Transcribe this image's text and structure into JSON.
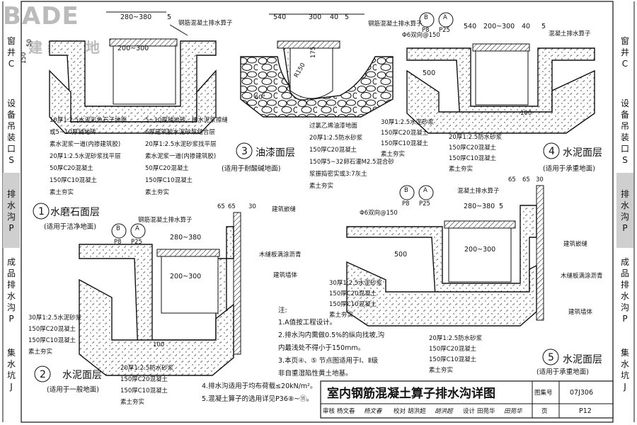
{
  "logo": {
    "brand": "BADE",
    "cn": "建 装 基 地"
  },
  "side_left": [
    {
      "t": "窗井C",
      "hl": false
    },
    {
      "t": "设备吊装口S",
      "hl": false
    },
    {
      "t": "排水沟P",
      "hl": true
    },
    {
      "t": "成品排水沟P",
      "hl": false
    },
    {
      "t": "集水坑J",
      "hl": false
    }
  ],
  "side_right": [
    {
      "t": "窗井C",
      "hl": false
    },
    {
      "t": "设备吊装口S",
      "hl": false
    },
    {
      "t": "排水沟P",
      "hl": true
    },
    {
      "t": "成品排水沟P",
      "hl": false
    },
    {
      "t": "集水坑J",
      "hl": false
    }
  ],
  "common": {
    "grate": "钢筋混凝土排水算子",
    "grate_conc": "混凝土排水算子",
    "bubble_b": "B",
    "bubble_p8": "P8",
    "bubble_a": "A",
    "bubble_p25": "P25",
    "wall": "建筑墙体",
    "seal": "建筑嵌缝",
    "asphalt": "木缝板满涂沥青",
    "rebar": "Φ6双向@150",
    "d_280_380": "280~380",
    "d_200_300": "200~300",
    "d_5": "5",
    "d_30": "30",
    "d_65": "65",
    "d_100": "100",
    "d_150": "150",
    "d_500": "500",
    "d_50": "50",
    "d_175": "175",
    "d_r150": "R150",
    "d_60": "60°"
  },
  "d1": {
    "num": "1",
    "name": "水磨石面层",
    "usage": "(适用于洁净地面)",
    "layers": [
      "10厚1:2.5水泥彩色石子地面",
      "或5~10厚铺地砖",
      "素水泥浆一道(内掺建筑胶)",
      "20厚1:2.5水泥砂浆找平层",
      "50厚C20混凝土",
      "150厚C10混凝土",
      "素土夯实"
    ],
    "layers2": [
      "5~10厚铺地砖、稀水泥浆擦缝",
      "6厚建筑胶水泥砂浆结合层",
      "20厚1:2.5水泥砂浆找平层",
      "素水泥浆一道(内掺建筑胶)",
      "50厚C20混凝土",
      "150厚C10混凝土",
      "素土夯实"
    ],
    "dims": {
      "w": "280~380",
      "c": "5",
      "iw": "200~300",
      "h1": "150",
      "h2": "50"
    }
  },
  "d2": {
    "num": "2",
    "name": "水泥面层",
    "usage": "(适用于一般地面)",
    "layers": [
      "30厚1:2.5水泥砂浆",
      "150厚C20混凝土",
      "150厚C10混凝土",
      "素土夯实"
    ],
    "layers2": [
      "20厚1:2.5防水砂浆",
      "150厚C20混凝土",
      "150厚C10混凝土",
      "素土夯实"
    ],
    "dims": {
      "a": "65",
      "b": "65",
      "c": "30"
    }
  },
  "d3": {
    "num": "3",
    "name": "油漆面层",
    "usage": "(适用于耐酸碱地面)",
    "dims": {
      "a": "540",
      "b": "300",
      "c": "40",
      "d": "5"
    },
    "layers": [
      "过氯乙烯油漆地面",
      "20厚1:2.5防水砂浆",
      "150厚C20混凝土",
      "150厚5~32卵石灌M2.5混合砂",
      "浆振捣密实或3:7灰土",
      "素土夯实"
    ]
  },
  "d4": {
    "num": "4",
    "name": "水泥面层",
    "usage": "(适用于承重地面)",
    "dims": {
      "a": "540",
      "b": "200~300",
      "c": "40",
      "d": "5"
    },
    "layers_l": [
      "30厚1:2.5水泥砂浆",
      "150厚C20混凝土",
      "150厚C10混凝土",
      "素土夯实"
    ],
    "layers_r": [
      "20厚1:2.5防水砂浆",
      "150厚C20混凝土",
      "150厚C10混凝土",
      "素土夯实"
    ]
  },
  "d5": {
    "num": "5",
    "name": "水泥面层",
    "usage": "(适用于承重地面)",
    "layers_l": [
      "30厚1:2.5水泥砂浆",
      "150厚C20混凝土",
      "150厚C10混凝土",
      "素土夯实"
    ],
    "layers_r": [
      "20厚1:2.5防水砂浆",
      "150厚C20混凝土",
      "150厚C10混凝土",
      "素土夯实"
    ]
  },
  "notes": {
    "title": "注:",
    "items": [
      "1.A值按工程设计。",
      "2.排水沟内需做0.5%的纵向找坡,沟",
      "  内最浅处不得小于150mm。",
      "3.本页④、⑤ 节点图适用于Ⅰ、Ⅱ级",
      "  非自重湿陷性黄土地基。",
      "4.排水沟适用于均布荷载≤20kN/m²。",
      "5.混凝土算子的选用详见P36⑧~⑪。"
    ]
  },
  "titleblock": {
    "title": "室内钢筋混凝土算子排水沟详图",
    "atlas_label": "图集号",
    "atlas_no": "07J306",
    "review": "审核",
    "reviewer": "杨文春",
    "review_sig": "杨文春",
    "check": "校对",
    "checker": "胡洪超",
    "check_sig": "胡洪超",
    "design": "设计",
    "designer": "田苑华",
    "design_sig": "田苑华",
    "page_label": "页",
    "page_no": "P12"
  }
}
